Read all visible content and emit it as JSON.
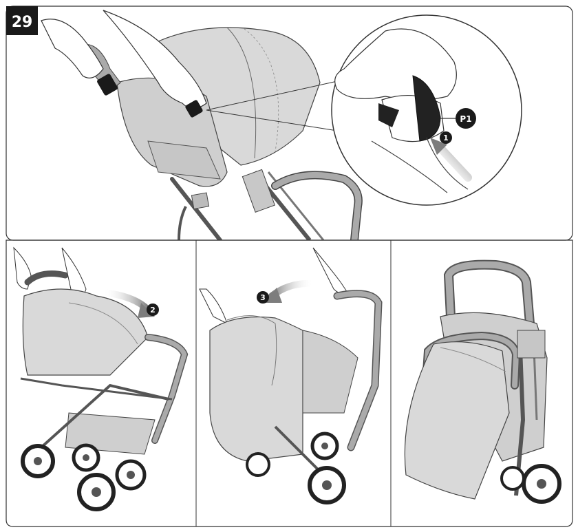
{
  "step": {
    "number": "29"
  },
  "callout": {
    "part_label": "P1"
  },
  "markers": {
    "m1": "1",
    "m2": "2",
    "m3": "3"
  },
  "colors": {
    "frame": "#555555",
    "fabric": "#d9d9d9",
    "fabric_dark": "#bcbcbc",
    "handle": "#9a9a9a",
    "black": "#1a1a1a",
    "arrow": "#8c8c8c"
  }
}
